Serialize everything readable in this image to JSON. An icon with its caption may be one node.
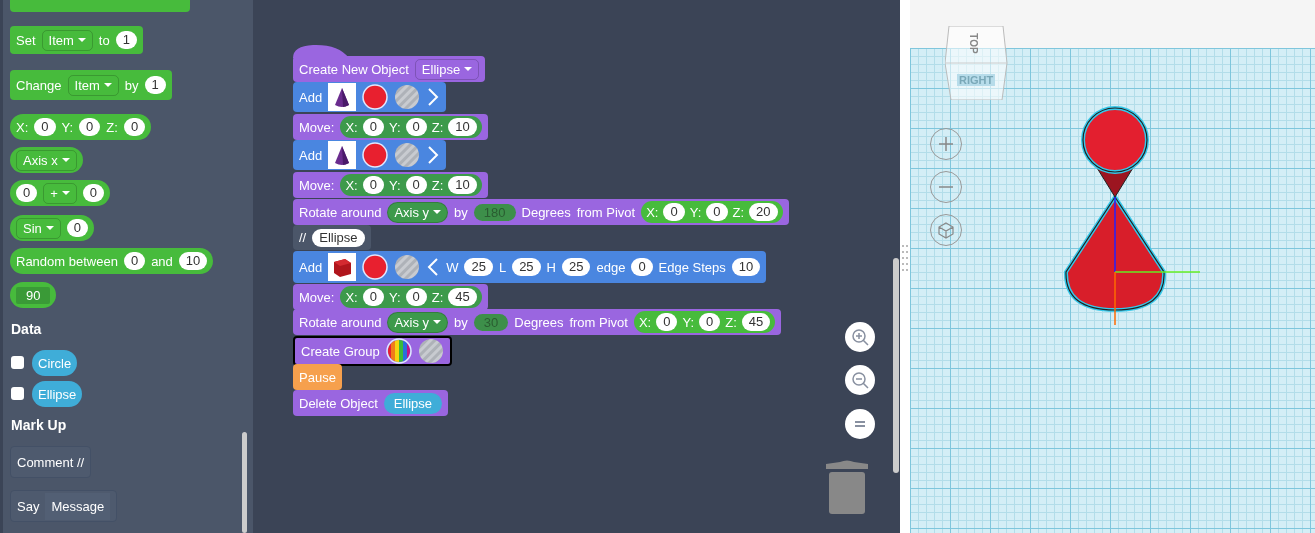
{
  "diagram": {
    "nodes": [
      {
        "text": [],
        "shape": "bar"
      },
      {
        "text": [
          "Set",
          "Item",
          "to",
          "1"
        ]
      },
      {
        "text": [
          "Change",
          "Item",
          "by",
          "1"
        ]
      },
      {
        "text": [
          "X:",
          "0",
          "Y:",
          "0",
          "Z:",
          "0"
        ]
      },
      {
        "text": [
          "Axis x"
        ]
      },
      {
        "text": [
          "0",
          "+",
          "0"
        ]
      },
      {
        "text": [
          "Sin",
          "0"
        ]
      },
      {
        "text": [
          "Random between",
          "0",
          "and",
          "10"
        ]
      },
      {
        "text": [
          "90"
        ]
      },
      {
        "text": [
          "Circle"
        ]
      },
      {
        "text": [
          "Ellipse"
        ]
      },
      {
        "text": [
          "Comment //"
        ]
      },
      {
        "text": [
          "Say",
          "Message"
        ]
      },
      {
        "text": [
          "Create New Object",
          "Ellipse"
        ]
      },
      {
        "text": [
          "Add"
        ]
      },
      {
        "text": [
          "Move:",
          "X:",
          "0",
          "Y:",
          "0",
          "Z:",
          "10"
        ]
      },
      {
        "text": [
          "Add"
        ]
      },
      {
        "text": [
          "Move:",
          "X:",
          "0",
          "Y:",
          "0",
          "Z:",
          "10"
        ]
      },
      {
        "text": [
          "Rotate around",
          "Axis y",
          "by",
          "180",
          "Degrees",
          "from Pivot",
          "X:",
          "0",
          "Y:",
          "0",
          "Z:",
          "20"
        ]
      },
      {
        "text": [
          "//",
          "Ellipse"
        ]
      },
      {
        "text": [
          "Add",
          "W",
          "25",
          "L",
          "25",
          "H",
          "25",
          "edge",
          "0",
          "Edge Steps",
          "10"
        ]
      },
      {
        "text": [
          "Move:",
          "X:",
          "0",
          "Y:",
          "0",
          "Z:",
          "45"
        ]
      },
      {
        "text": [
          "Rotate around",
          "Axis y",
          "by",
          "30",
          "Degrees",
          "from Pivot",
          "X:",
          "0",
          "Y:",
          "0",
          "Z:",
          "45"
        ]
      },
      {
        "text": [
          "Create Group"
        ]
      },
      {
        "text": [
          "Pause"
        ]
      },
      {
        "text": [
          "Delete Object",
          "Ellipse"
        ]
      }
    ],
    "edges": [],
    "labels": [
      "Data",
      "Mark Up",
      "TOP",
      "RIGHT"
    ]
  }
}
